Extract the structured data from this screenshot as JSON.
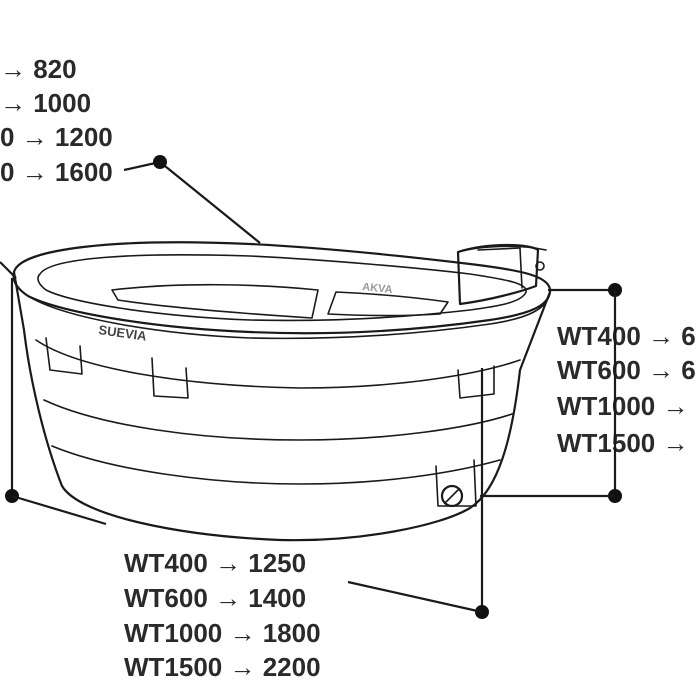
{
  "brand": {
    "body_logo": "SUEVIA",
    "rim_logo": "AKVA"
  },
  "dimensions": {
    "top_left": [
      "→ 820",
      "→ 1000",
      "0 → 1200",
      "0 → 1600"
    ],
    "right": [
      "WT400 → 6",
      "WT600 → 6",
      "WT1000 →",
      "WT1500 →"
    ],
    "bottom": [
      "WT400 → 1250",
      "WT600 → 1400",
      "WT1000 → 1800",
      "WT1500 → 2200"
    ]
  },
  "colors": {
    "line": "#1a1a1a",
    "text": "#2a2a2a",
    "background": "#ffffff"
  }
}
